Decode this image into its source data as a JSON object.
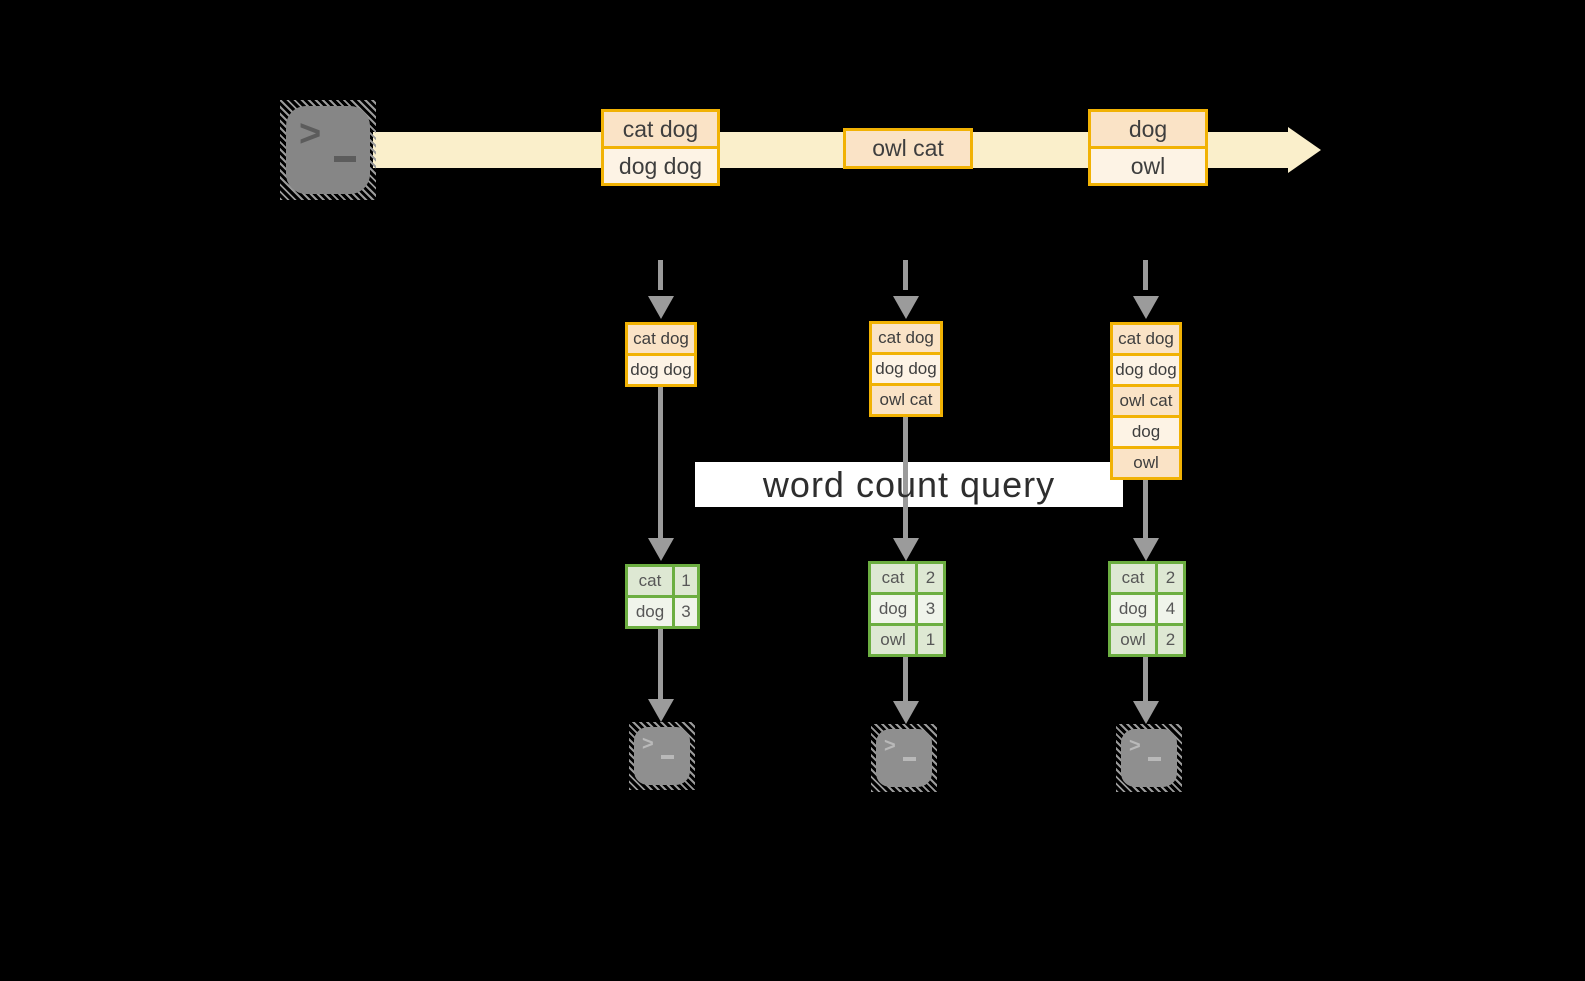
{
  "query_label": "word count query",
  "icons": {
    "terminal_prompt_chevron": ">",
    "stream_arrowhead": "right-arrow",
    "batch_arrowhead": "down-arrow"
  },
  "stream_batches": [
    {
      "records": [
        "cat dog",
        "dog dog"
      ]
    },
    {
      "records": [
        "owl cat"
      ]
    },
    {
      "records": [
        "dog",
        "owl"
      ]
    }
  ],
  "micro_batches": [
    {
      "input_records": [
        "cat dog",
        "dog dog"
      ],
      "word_counts": [
        [
          "cat",
          "1"
        ],
        [
          "dog",
          "3"
        ]
      ]
    },
    {
      "input_records": [
        "cat dog",
        "dog dog",
        "owl cat"
      ],
      "word_counts": [
        [
          "cat",
          "2"
        ],
        [
          "dog",
          "3"
        ],
        [
          "owl",
          "1"
        ]
      ]
    },
    {
      "input_records": [
        "cat dog",
        "dog dog",
        "owl cat",
        "dog",
        "owl"
      ],
      "word_counts": [
        [
          "cat",
          "2"
        ],
        [
          "dog",
          "4"
        ],
        [
          "owl",
          "2"
        ]
      ]
    }
  ],
  "colors": {
    "background": "#000000",
    "stream_arrow": "#FAEFCB",
    "record_border": "#F1B204",
    "record_fill_dark": "#FAE3C6",
    "record_fill_light": "#FDF3E5",
    "table_border": "#6CAE41",
    "table_fill_dark": "#DEE8D3",
    "table_fill_light": "#F0F4EB",
    "arrow_gray": "#9B9B9B",
    "terminal_gray": "#868686",
    "query_box": "#FFFFFF"
  }
}
